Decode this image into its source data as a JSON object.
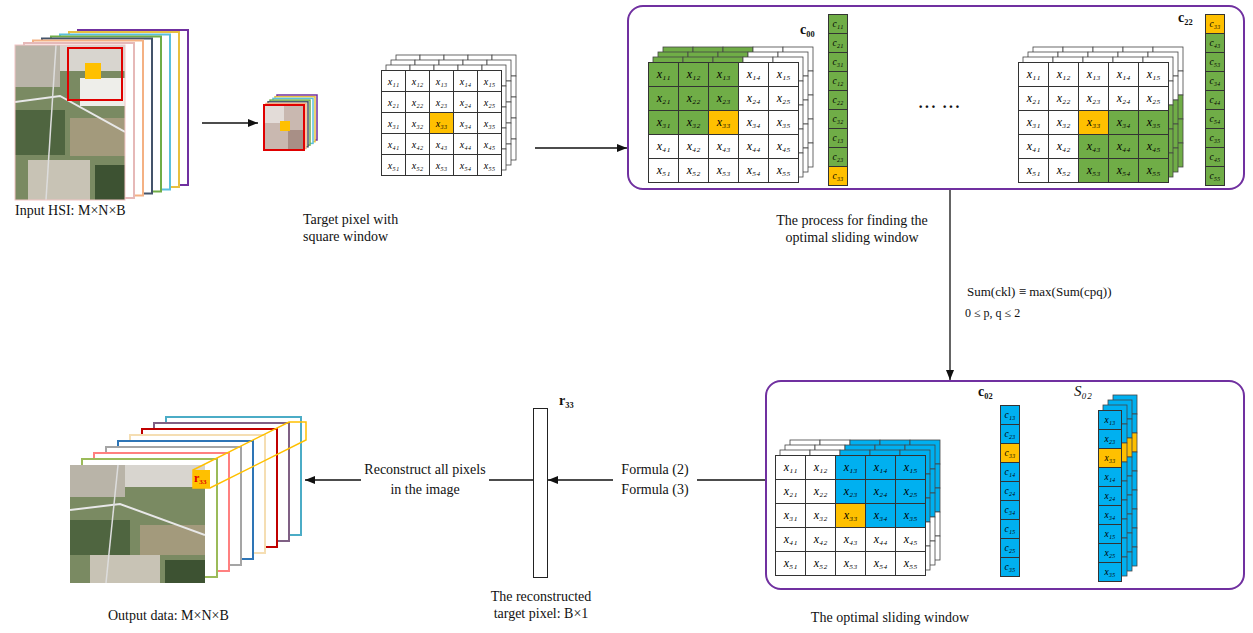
{
  "diagram": {
    "nodes": [
      {
        "text": [
          "Input HSI: M×N×B"
        ]
      },
      {
        "text": [
          "Target pixel with square window"
        ]
      },
      {
        "text": [
          "The process for finding the optimal sliding window"
        ]
      },
      {
        "text": [
          "The optimal sliding window"
        ]
      },
      {
        "text": [
          "r₃₃",
          "The reconstructed target pixel: B×1"
        ]
      },
      {
        "text": [
          "Output data: M×N×B"
        ]
      }
    ],
    "edges": [
      {
        "from": 0,
        "to": 1,
        "arrow": "to"
      },
      {
        "from": 1,
        "to": 2,
        "arrow": "to"
      },
      {
        "from": 2,
        "to": 3,
        "arrow": "to",
        "label": "Sum(ckl) ≡ max(Sum(cpq))"
      },
      {
        "from": 3,
        "to": 4,
        "arrow": "to",
        "label": "Formula (2) Formula (3)"
      },
      {
        "from": 4,
        "to": 5,
        "arrow": "to",
        "label": "Reconstruct all pixels in the image"
      }
    ],
    "labels": [
      "x₁₁",
      "x₁₂",
      "x₁₃",
      "x₁₄",
      "x₁₅",
      "x₂₁",
      "x₂₂",
      "x₂₃",
      "x₂₄",
      "x₂₅",
      "x₃₁",
      "x₃₂",
      "x₃₃",
      "x₃₄",
      "x₃₅",
      "x₄₁",
      "x₄₂",
      "x₄₃",
      "x₄₄",
      "x₄₅",
      "x₅₁",
      "x₅₂",
      "x₅₃",
      "x₅₄",
      "x₅₅",
      "x₁₁",
      "x₁₂",
      "x₁₃",
      "x₁₄",
      "x₁₅",
      "x₂₁",
      "x₂₂",
      "x₂₃",
      "x₂₄",
      "x₂₅",
      "x₃₁",
      "x₃₂",
      "x₃₃",
      "x₃₄",
      "x₃₅",
      "x₄₁",
      "x₄₂",
      "x₄₃",
      "x₄₄",
      "x₄₅",
      "x₅₁",
      "x₅₂",
      "x₅₃",
      "x₅₄",
      "x₅₅",
      "c₀₀",
      "c₁₁",
      "c₂₁",
      "c₃₁",
      "c₁₂",
      "c₂₂",
      "c₃₂",
      "c₁₃",
      "c₂₃",
      "c₃₃",
      "··· ···",
      "x₁₁",
      "x₁₂",
      "x₁₃",
      "x₁₄",
      "x₁₅",
      "x₂₁",
      "x₂₂",
      "x₂₃",
      "x₂₄",
      "x₂₅",
      "x₃₁",
      "x₃₂",
      "x₃₃",
      "x₃₄",
      "x₃₅",
      "x₄₁",
      "x₄₂",
      "x₄₃",
      "x₄₄",
      "x₄₅",
      "x₅₁",
      "x₅₂",
      "x₅₃",
      "x₅₄",
      "x₅₅",
      "c₂₂",
      "c₃₃",
      "c₄₃",
      "c₅₃",
      "c₃₄",
      "c₄₄",
      "c₅₄",
      "c₃₅",
      "c₄₅",
      "c₅₅",
      "0 ≤ p, q ≤ 2",
      "x₁₁",
      "x₁₂",
      "x₁₃",
      "x₁₄",
      "x₁₅",
      "x₂₁",
      "x₂₂",
      "x₂₃",
      "x₂₄",
      "x₂₅",
      "x₃₁",
      "x₃₂",
      "x₃₃",
      "x₃₄",
      "x₃₅",
      "x₄₁",
      "x₄₂",
      "x₄₃",
      "x₄₄",
      "x₄₅",
      "x₅₁",
      "x₅₂",
      "x₅₃",
      "x₅₄",
      "x₅₅",
      "c₀₂",
      "c₁₃",
      "c₂₃",
      "c₃₃",
      "c₁₄",
      "c₂₄",
      "c₃₄",
      "c₁₅",
      "c₂₅",
      "c₃₅",
      "S₀₂",
      "x₁₃",
      "x₂₃",
      "x₃₃",
      "x₁₄",
      "x₂₄",
      "x₃₄",
      "x₁₅",
      "x₂₅",
      "x₃₅",
      "r₃₃"
    ]
  }
}
